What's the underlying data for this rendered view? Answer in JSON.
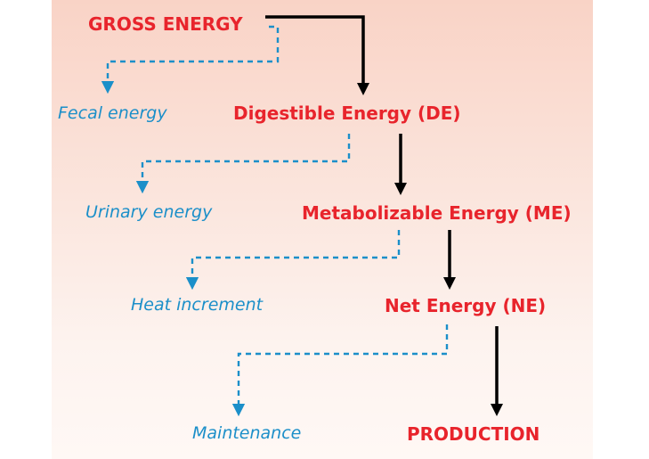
{
  "flow": {
    "gross_energy": "GROSS ENERGY",
    "digestible_energy": "Digestible Energy (DE)",
    "metabolizable_energy": "Metabolizable Energy (ME)",
    "net_energy": "Net Energy (NE)",
    "production": "PRODUCTION"
  },
  "losses": {
    "fecal_energy": "Fecal energy",
    "urinary_energy": "Urinary energy",
    "heat_increment": "Heat increment",
    "maintenance": "Maintenance"
  },
  "colors": {
    "energy_stage": "#e8242c",
    "energy_loss": "#1b8fc9",
    "arrow": "#000000",
    "background_top": "#f9d3c6",
    "background_bottom": "#fff8f5"
  }
}
